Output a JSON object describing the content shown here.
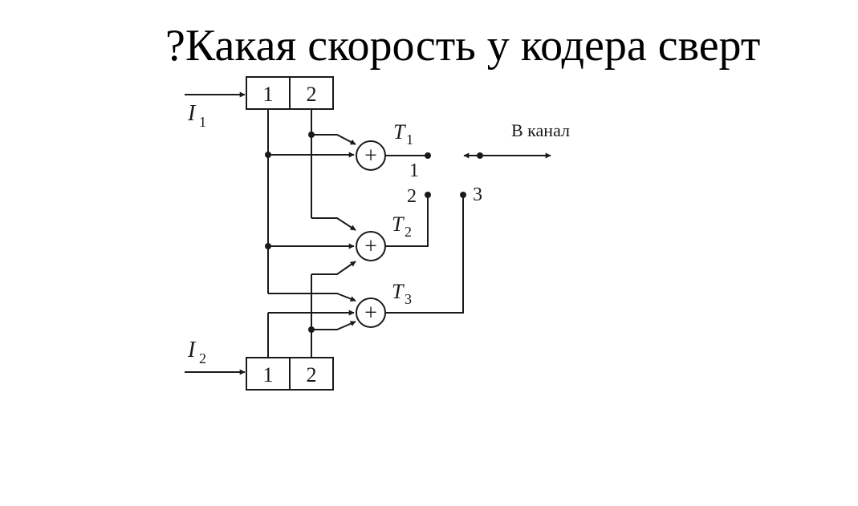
{
  "question": "?Какая скорость у кодера сверт",
  "register_top": {
    "input_label": "I",
    "input_sub": "1",
    "cells": [
      "1",
      "2"
    ]
  },
  "register_bottom": {
    "input_label": "I",
    "input_sub": "2",
    "cells": [
      "1",
      "2"
    ]
  },
  "adder_symbol": "+",
  "outputs": [
    {
      "label": "T",
      "sub": "1",
      "tap": "1"
    },
    {
      "label": "T",
      "sub": "2",
      "tap": "2"
    },
    {
      "label": "T",
      "sub": "3",
      "tap": "3"
    }
  ],
  "channel_label": "В канал"
}
